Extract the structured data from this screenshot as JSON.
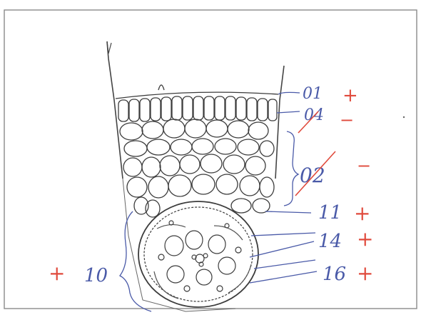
{
  "diagram": {
    "labels": {
      "l01": "01",
      "l04": "04",
      "l02": "02",
      "l11": "11",
      "l14": "14",
      "l16": "16",
      "l10": "10"
    },
    "grades": {
      "g01": "+",
      "g04": "−",
      "g02": "−",
      "g11": "+",
      "g14": "+",
      "g16": "+",
      "g10": "+"
    },
    "colors": {
      "pencil": "#4a4a4a",
      "blue_ink": "#4a5aa8",
      "red_ink": "#e04a3c",
      "frame": "#8a8a8a"
    }
  }
}
